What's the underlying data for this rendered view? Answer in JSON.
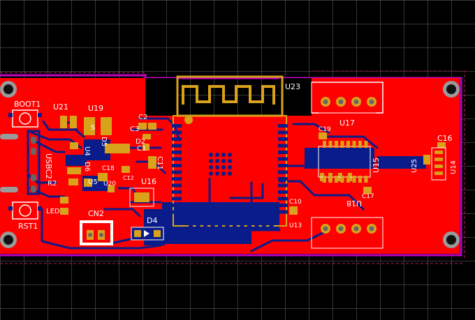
{
  "colors": {
    "background": "#000000",
    "grid": "#6b6b6b",
    "top_copper": "#ff0000",
    "bottom_copper": "#0a1c8a",
    "silkscreen": "#ffffff",
    "pad": "#d9a21b",
    "outline": "#c000c0"
  },
  "designators": {
    "boot1": "BOOT1",
    "u21": "U21",
    "u19": "U19",
    "c2": "C2",
    "c3": "C3",
    "d2": "D2",
    "c1": "C1",
    "c11": "C11",
    "u4": "U4",
    "d5": "D5",
    "usbc2": "USBC2",
    "d6": "D6",
    "c18": "C18",
    "c12": "C12",
    "u5": "U5",
    "u20": "U20",
    "u16": "U16",
    "r2": "R2",
    "led": "LED",
    "rst1": "RST1",
    "cn2": "CN2",
    "d4": "D4",
    "u23": "U23",
    "u17": "U17",
    "c19": "C19",
    "u15": "U15",
    "u18": "U18",
    "c17": "C17",
    "c10": "C10",
    "u13": "U13",
    "c16": "C16",
    "u25": "U25",
    "u14": "U14",
    "s": "S"
  }
}
